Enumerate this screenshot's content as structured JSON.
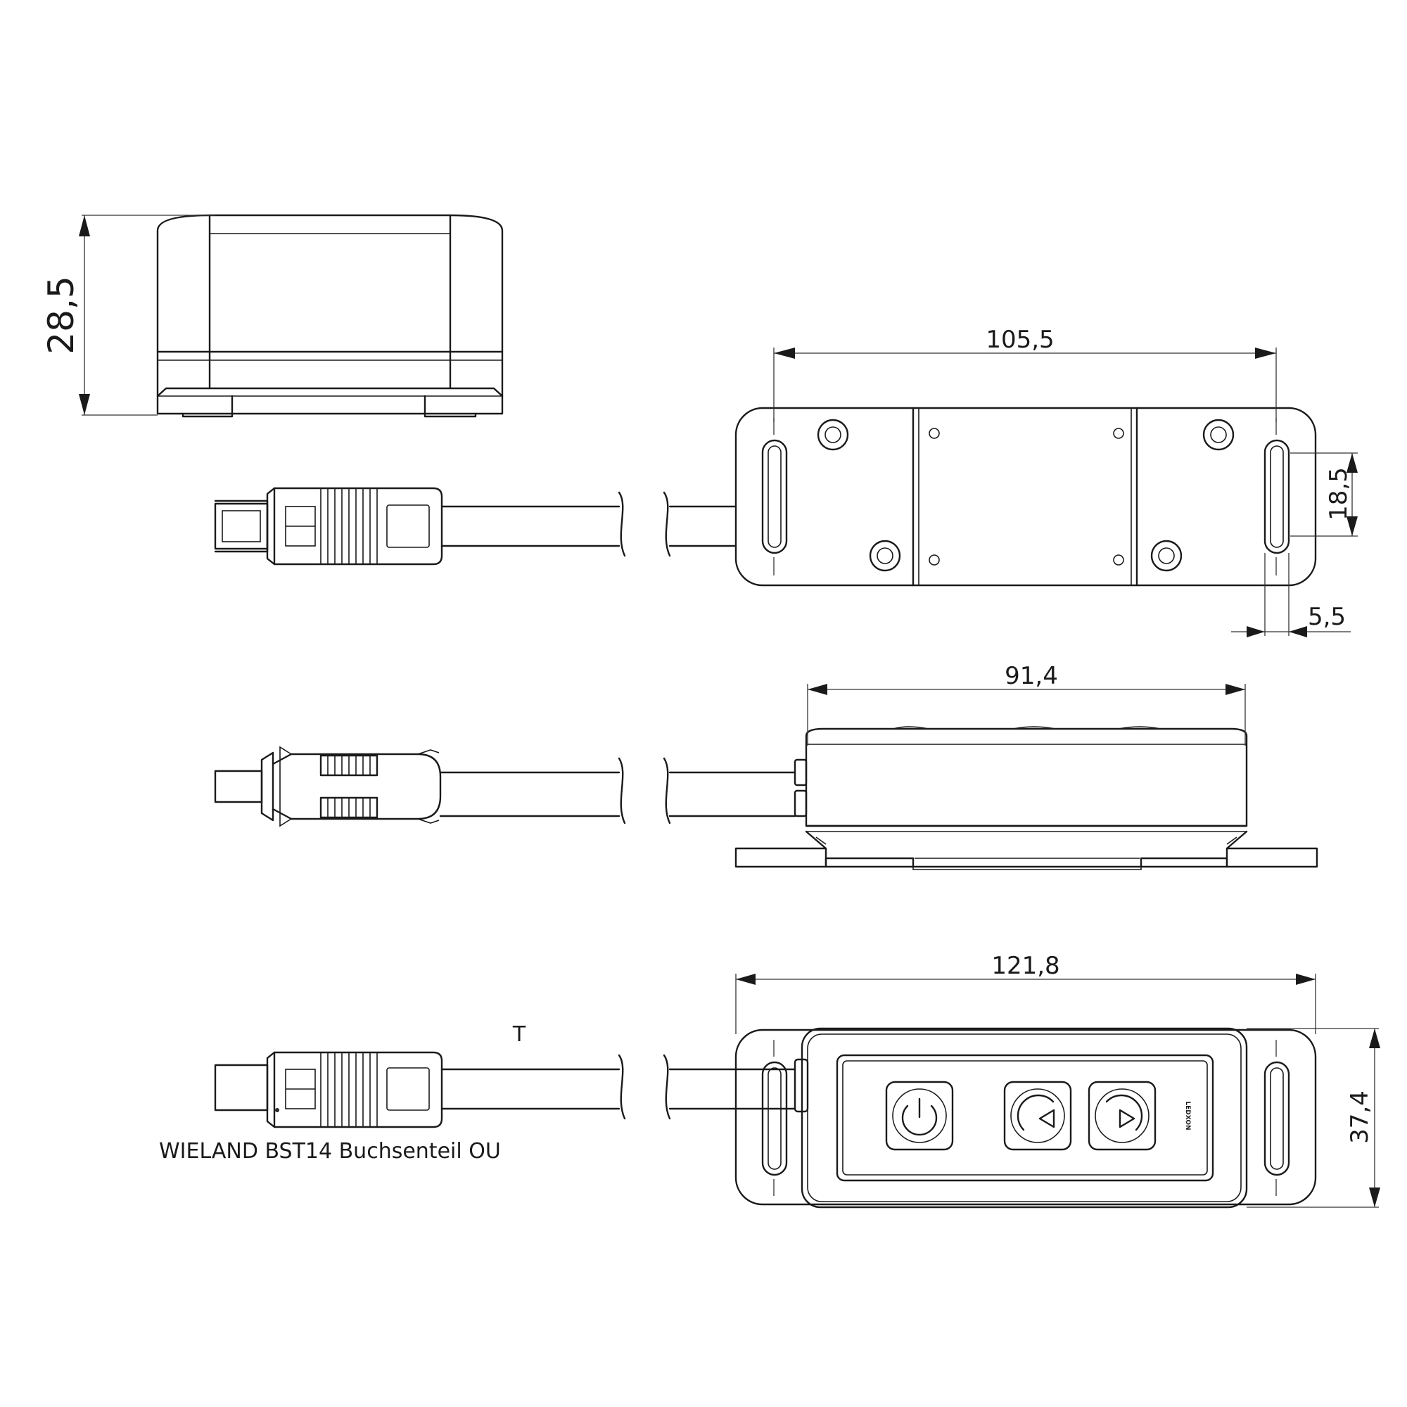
{
  "dimensions": {
    "height_side": "28,5",
    "width_top": "105,5",
    "slot_height": "18,5",
    "slot_offset": "5,5",
    "width_mid": "91,4",
    "width_bottom": "121,8",
    "height_bottom": "37,4"
  },
  "annotations": {
    "t_marker": "T",
    "connector_label": "WIELAND BST14 Buchsenteil OU"
  },
  "device": {
    "logo": "LEDXON",
    "buttons": [
      {
        "icon": "power-icon"
      },
      {
        "icon": "rotate-left-icon"
      },
      {
        "icon": "rotate-right-icon"
      }
    ]
  },
  "colors": {
    "line": "#1a1a1a",
    "background": "#ffffff"
  }
}
